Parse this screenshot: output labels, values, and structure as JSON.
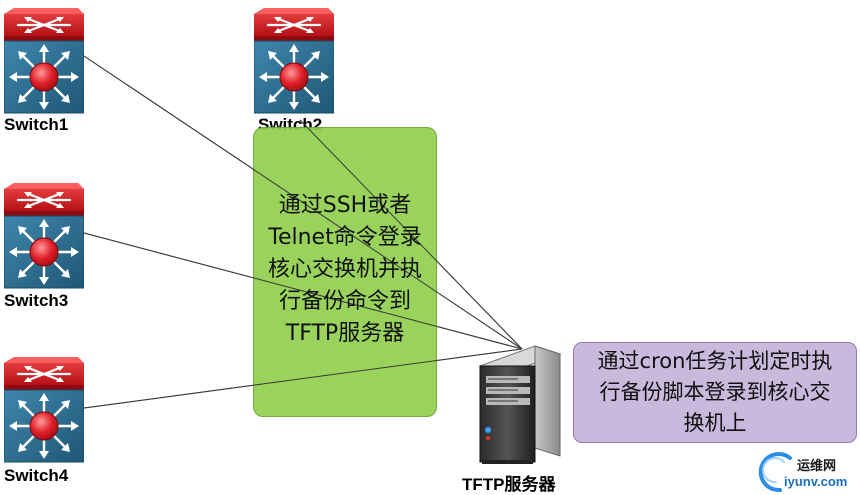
{
  "switches": [
    {
      "label": "Switch1"
    },
    {
      "label": "Switch2"
    },
    {
      "label": "Switch3"
    },
    {
      "label": "Switch4"
    }
  ],
  "green_note": {
    "text": "通过SSH或者\nTelnet命令登录\n核心交换机并执\n行备份命令到\nTFTP服务器"
  },
  "purple_note": {
    "text": "通过cron任务计划定时执\n行备份脚本登录到核心交\n换机上"
  },
  "server": {
    "label": "TFTP服务器"
  },
  "watermark": {
    "cn": "运维网",
    "en": "iyunv.com"
  },
  "colors": {
    "switch_top": "#d9141b",
    "switch_body": "#2d6f93",
    "switch_core": "#e0202a",
    "green_note": "#92d050",
    "purple_note": "#c9b9dc",
    "watermark_blue": "#1a6fc0"
  }
}
